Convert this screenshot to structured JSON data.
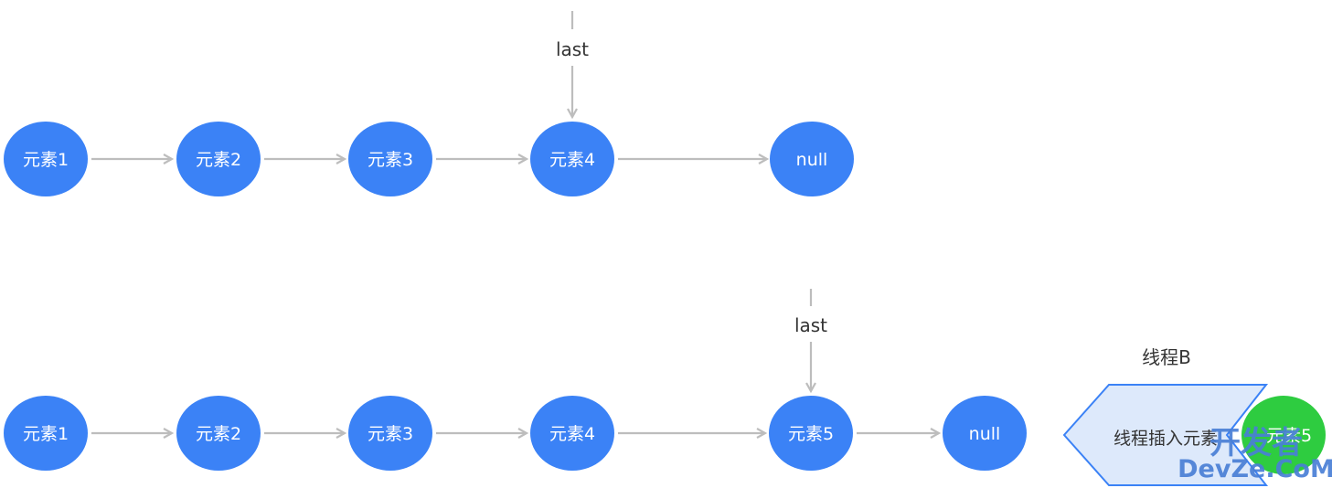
{
  "colors": {
    "node_fill": "#3b82f6",
    "new_node_fill": "#2ecc40",
    "edge": "#bdbdbd",
    "banner_fill": "#dde9fb",
    "banner_stroke": "#3b82f6",
    "watermark": "#4a7fd6"
  },
  "row1": {
    "nodes": [
      "元素1",
      "元素2",
      "元素3",
      "元素4",
      "null"
    ],
    "last_label": "last"
  },
  "row2": {
    "nodes": [
      "元素1",
      "元素2",
      "元素3",
      "元素4",
      "元素5",
      "null"
    ],
    "last_label": "last"
  },
  "thread_b": {
    "title": "线程B",
    "banner_text": "线程插入元素",
    "new_node": "元素5"
  },
  "watermark": {
    "line1": "开发者",
    "line2": "DevZe.CoM"
  }
}
